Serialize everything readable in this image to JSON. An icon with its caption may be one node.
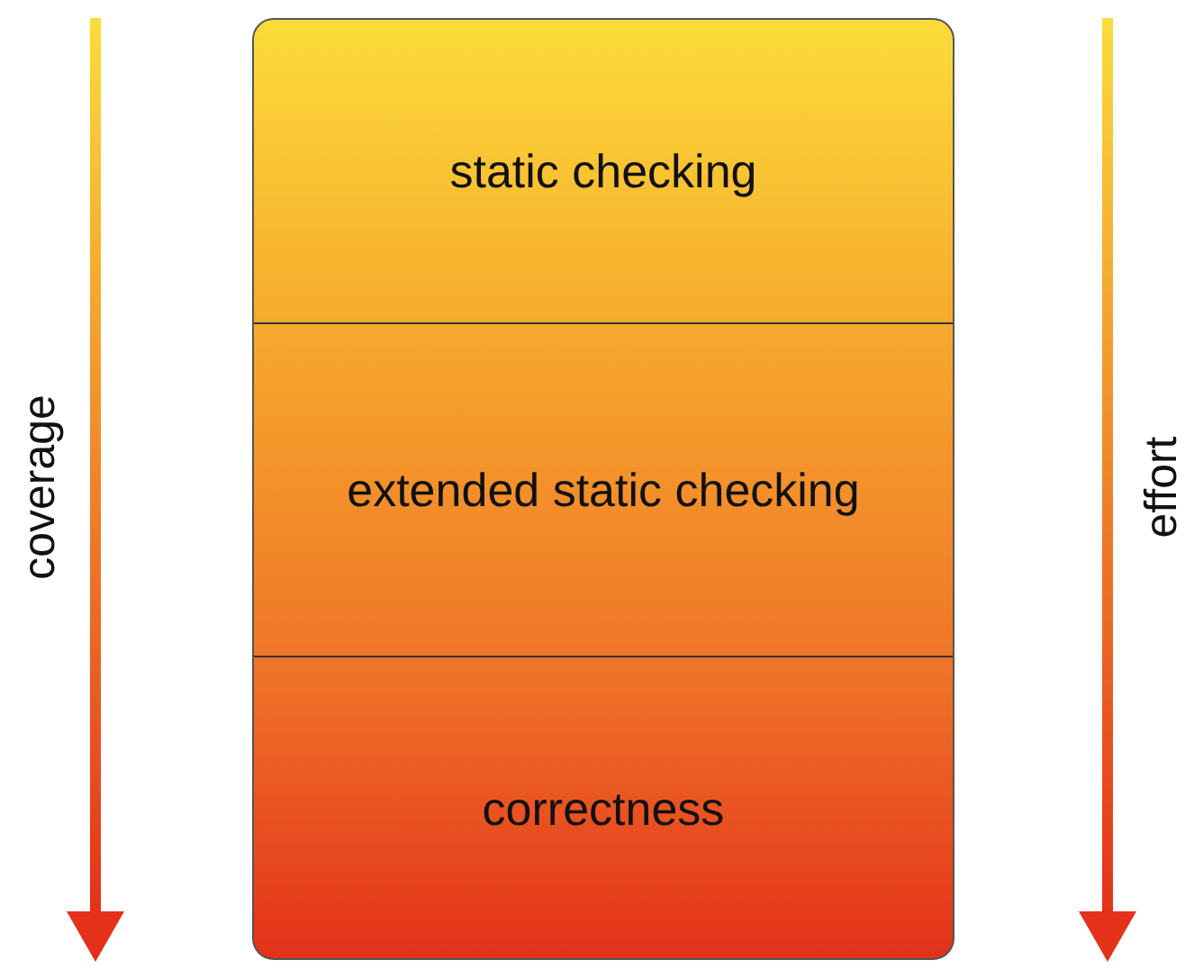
{
  "diagram": {
    "nodes": [
      {
        "text": [
          "static checking"
        ]
      },
      {
        "text": [
          "extended static checking"
        ]
      },
      {
        "text": [
          "correctness"
        ]
      }
    ],
    "labels": [
      "coverage",
      "effort"
    ]
  }
}
